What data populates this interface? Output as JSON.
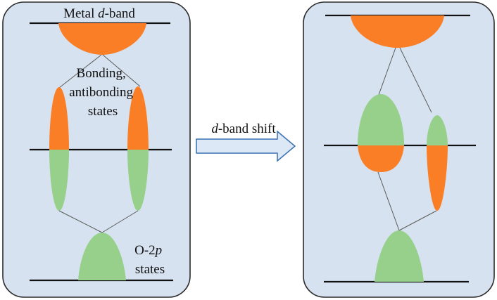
{
  "colors": {
    "panel_fill": "#d6e2f0",
    "panel_stroke": "#2b2b2b",
    "orange": "#fa7e26",
    "green": "#96d08b",
    "line": "#111111",
    "connector": "#5a5a5a",
    "arrow_fill": "#dce8f5",
    "arrow_stroke": "#3a6fb0"
  },
  "left_panel": {
    "title_prefix": "Metal ",
    "title_italic": "d",
    "title_suffix": "-band",
    "bonding_line1": "Bonding,",
    "bonding_line2": "antibonding",
    "bonding_line3": "states",
    "o2p_prefix": "O-2",
    "o2p_italic": "p",
    "o2p_line2": "states"
  },
  "arrow": {
    "label_italic": "d",
    "label_suffix": "-band shift"
  }
}
